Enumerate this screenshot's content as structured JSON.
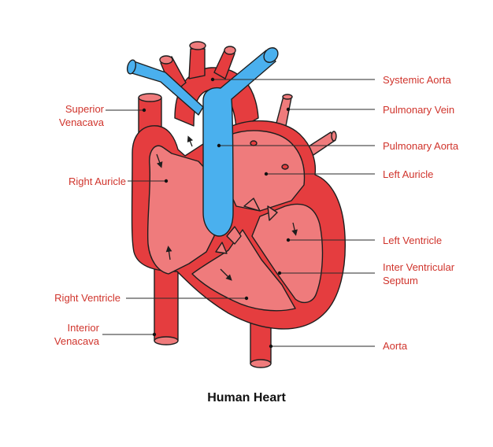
{
  "title": "Human Heart",
  "colors": {
    "vessel_red": "#e53d3f",
    "chamber_pink": "#ef7b7c",
    "pulmonary_blue": "#4ab0ee",
    "outline": "#1e1e1e",
    "label": "#d0342c"
  },
  "labels": {
    "superior_venacava": [
      "Superior",
      "Venacava"
    ],
    "right_auricle": "Right Auricle",
    "right_ventricle": "Right Ventricle",
    "interior_venacava": [
      "Interior",
      "Venacava"
    ],
    "systemic_aorta": "Systemic Aorta",
    "pulmonary_vein": "Pulmonary Vein",
    "pulmonary_aorta": "Pulmonary Aorta",
    "left_auricle": "Left Auricle",
    "left_ventricle": "Left Ventricle",
    "inter_ventricular_septum": [
      "Inter Ventricular",
      "Septum"
    ],
    "aorta": "Aorta"
  }
}
